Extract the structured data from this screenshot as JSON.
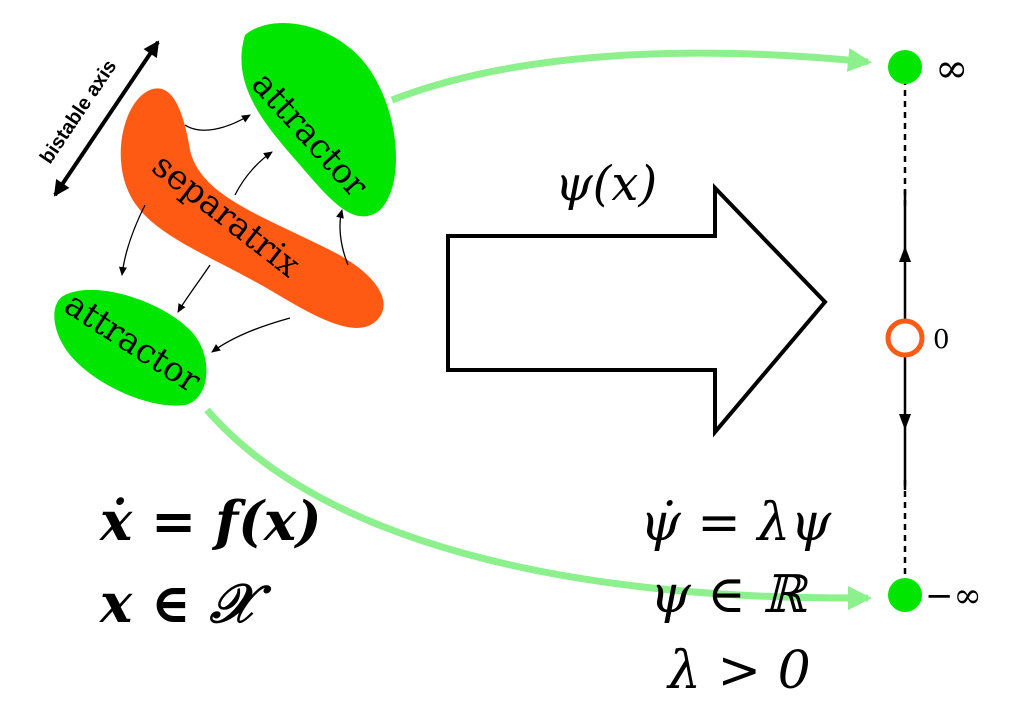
{
  "labels": {
    "bistable_axis": "bistable axis",
    "attractor_top": "attractor",
    "attractor_bottom": "attractor",
    "separatrix": "separatrix",
    "transform": "ψ(x)",
    "infinity": "∞",
    "zero": "0",
    "neg_infinity": "−∞"
  },
  "equations": {
    "left_line1": "ẋ = f(x)",
    "left_line2": "x ∈ 𝒳",
    "right_line1": "ψ̇ = λψ",
    "right_line2": "ψ ∈ ℝ",
    "right_line3": "λ > 0"
  },
  "colors": {
    "attractor": "#00e600",
    "separatrix": "#ff5a14",
    "map_arrow": "#8cf08c",
    "fixed_point": "#ff5a14",
    "line": "#000000"
  }
}
